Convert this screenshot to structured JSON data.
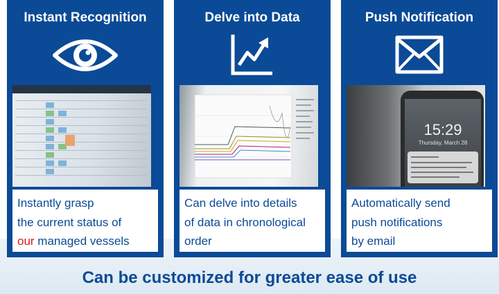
{
  "cards": [
    {
      "title": "Instant Recognition",
      "icon": "eye-icon",
      "lines": [
        "Instantly grasp",
        "the current status of"
      ],
      "last_line_highlight": "our",
      "last_line_rest": " managed vessels"
    },
    {
      "title": "Delve into Data",
      "icon": "line-chart-icon",
      "lines": [
        "Can delve into details",
        "of data in chronological",
        "order"
      ]
    },
    {
      "title": "Push Notification",
      "icon": "envelope-icon",
      "lines": [
        "Automatically send",
        "push notifications",
        "by email"
      ],
      "phone_time": "15:29",
      "phone_date": "Thursday, March 28"
    }
  ],
  "footer": "Can be customized for greater ease of use",
  "colors": {
    "brand_blue": "#0b4a96",
    "highlight_red": "#d21f1f",
    "band": "#e3edf6"
  }
}
